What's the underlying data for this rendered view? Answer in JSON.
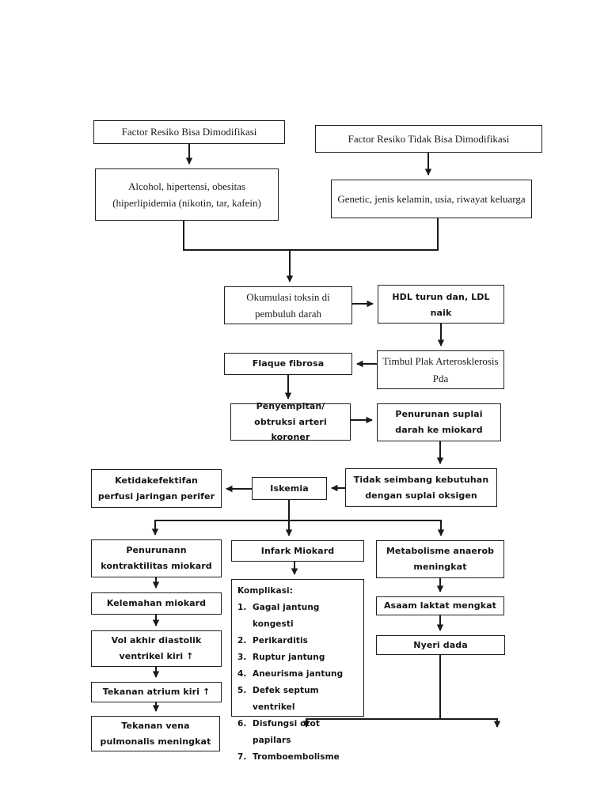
{
  "page": {
    "description": "Pathophysiology flowchart (Indonesian) of cardiac risk factors leading to myocardial infarction",
    "colors": {
      "page_bg": "#ffffff",
      "line": "#1a1a1a",
      "box_border": "#1f1f1f",
      "text": "#141414"
    }
  },
  "nodes": {
    "factor_modifiable": "Factor Resiko Bisa Dimodifikasi",
    "factor_nonmodifiable": "Factor Resiko Tidak Bisa Dimodifikasi",
    "alcohol": "Alcohol, hipertensi, obesitas (hiperlipidemia (nikotin, tar, kafein)",
    "genetic": "Genetic, jenis kelamin, usia, riwayat keluarga",
    "okumulasi": "Okumulasi toksin di pembuluh darah",
    "hdl": "HDL turun dan, LDL naik",
    "timbul_plak": "Timbul Plak Arterosklerosis Pda",
    "flaque": "Flaque fibrosa",
    "penyempitan": "Penyempitan/ obtruksi arteri koroner",
    "penurunan_suplai": "Penurunan suplai darah ke miokard",
    "tidak_seimbang": "Tidak seimbang kebutuhan dengan suplai oksigen",
    "iskemia": "Iskemia",
    "ketidakefektifan": "Ketidakefektifan perfusi jaringan perifer",
    "penurunann_kontraktilitas": "Penurunann kontraktilitas miokard",
    "infark_miokard": "Infark Miokard",
    "metabolisme": "Metabolisme anaerob meningkat",
    "kelemahan": "Kelemahan miokard",
    "komplikasi": {
      "title": "Komplikasi:",
      "items": [
        {
          "num": "1.",
          "text": "Gagal jantung kongesti"
        },
        {
          "num": "2.",
          "text": "Perikarditis"
        },
        {
          "num": "3.",
          "text": "Ruptur jantung"
        },
        {
          "num": "4.",
          "text": "Aneurisma jantung"
        },
        {
          "num": "5.",
          "text": "Defek septum ventrikel"
        },
        {
          "num": "6.",
          "text": "Disfungsi otot papilars"
        },
        {
          "num": "7.",
          "text": "Tromboembolisme"
        }
      ]
    },
    "asaam_laktat": "Asaam laktat mengkat",
    "vol_akhir": "Vol akhir diastolik ventrikel kiri ↑",
    "tekanan_atrium": "Tekanan atrium kiri ↑",
    "tekanan_vena": "Tekanan vena pulmonalis meningkat",
    "nyeri_dada": "Nyeri dada"
  }
}
